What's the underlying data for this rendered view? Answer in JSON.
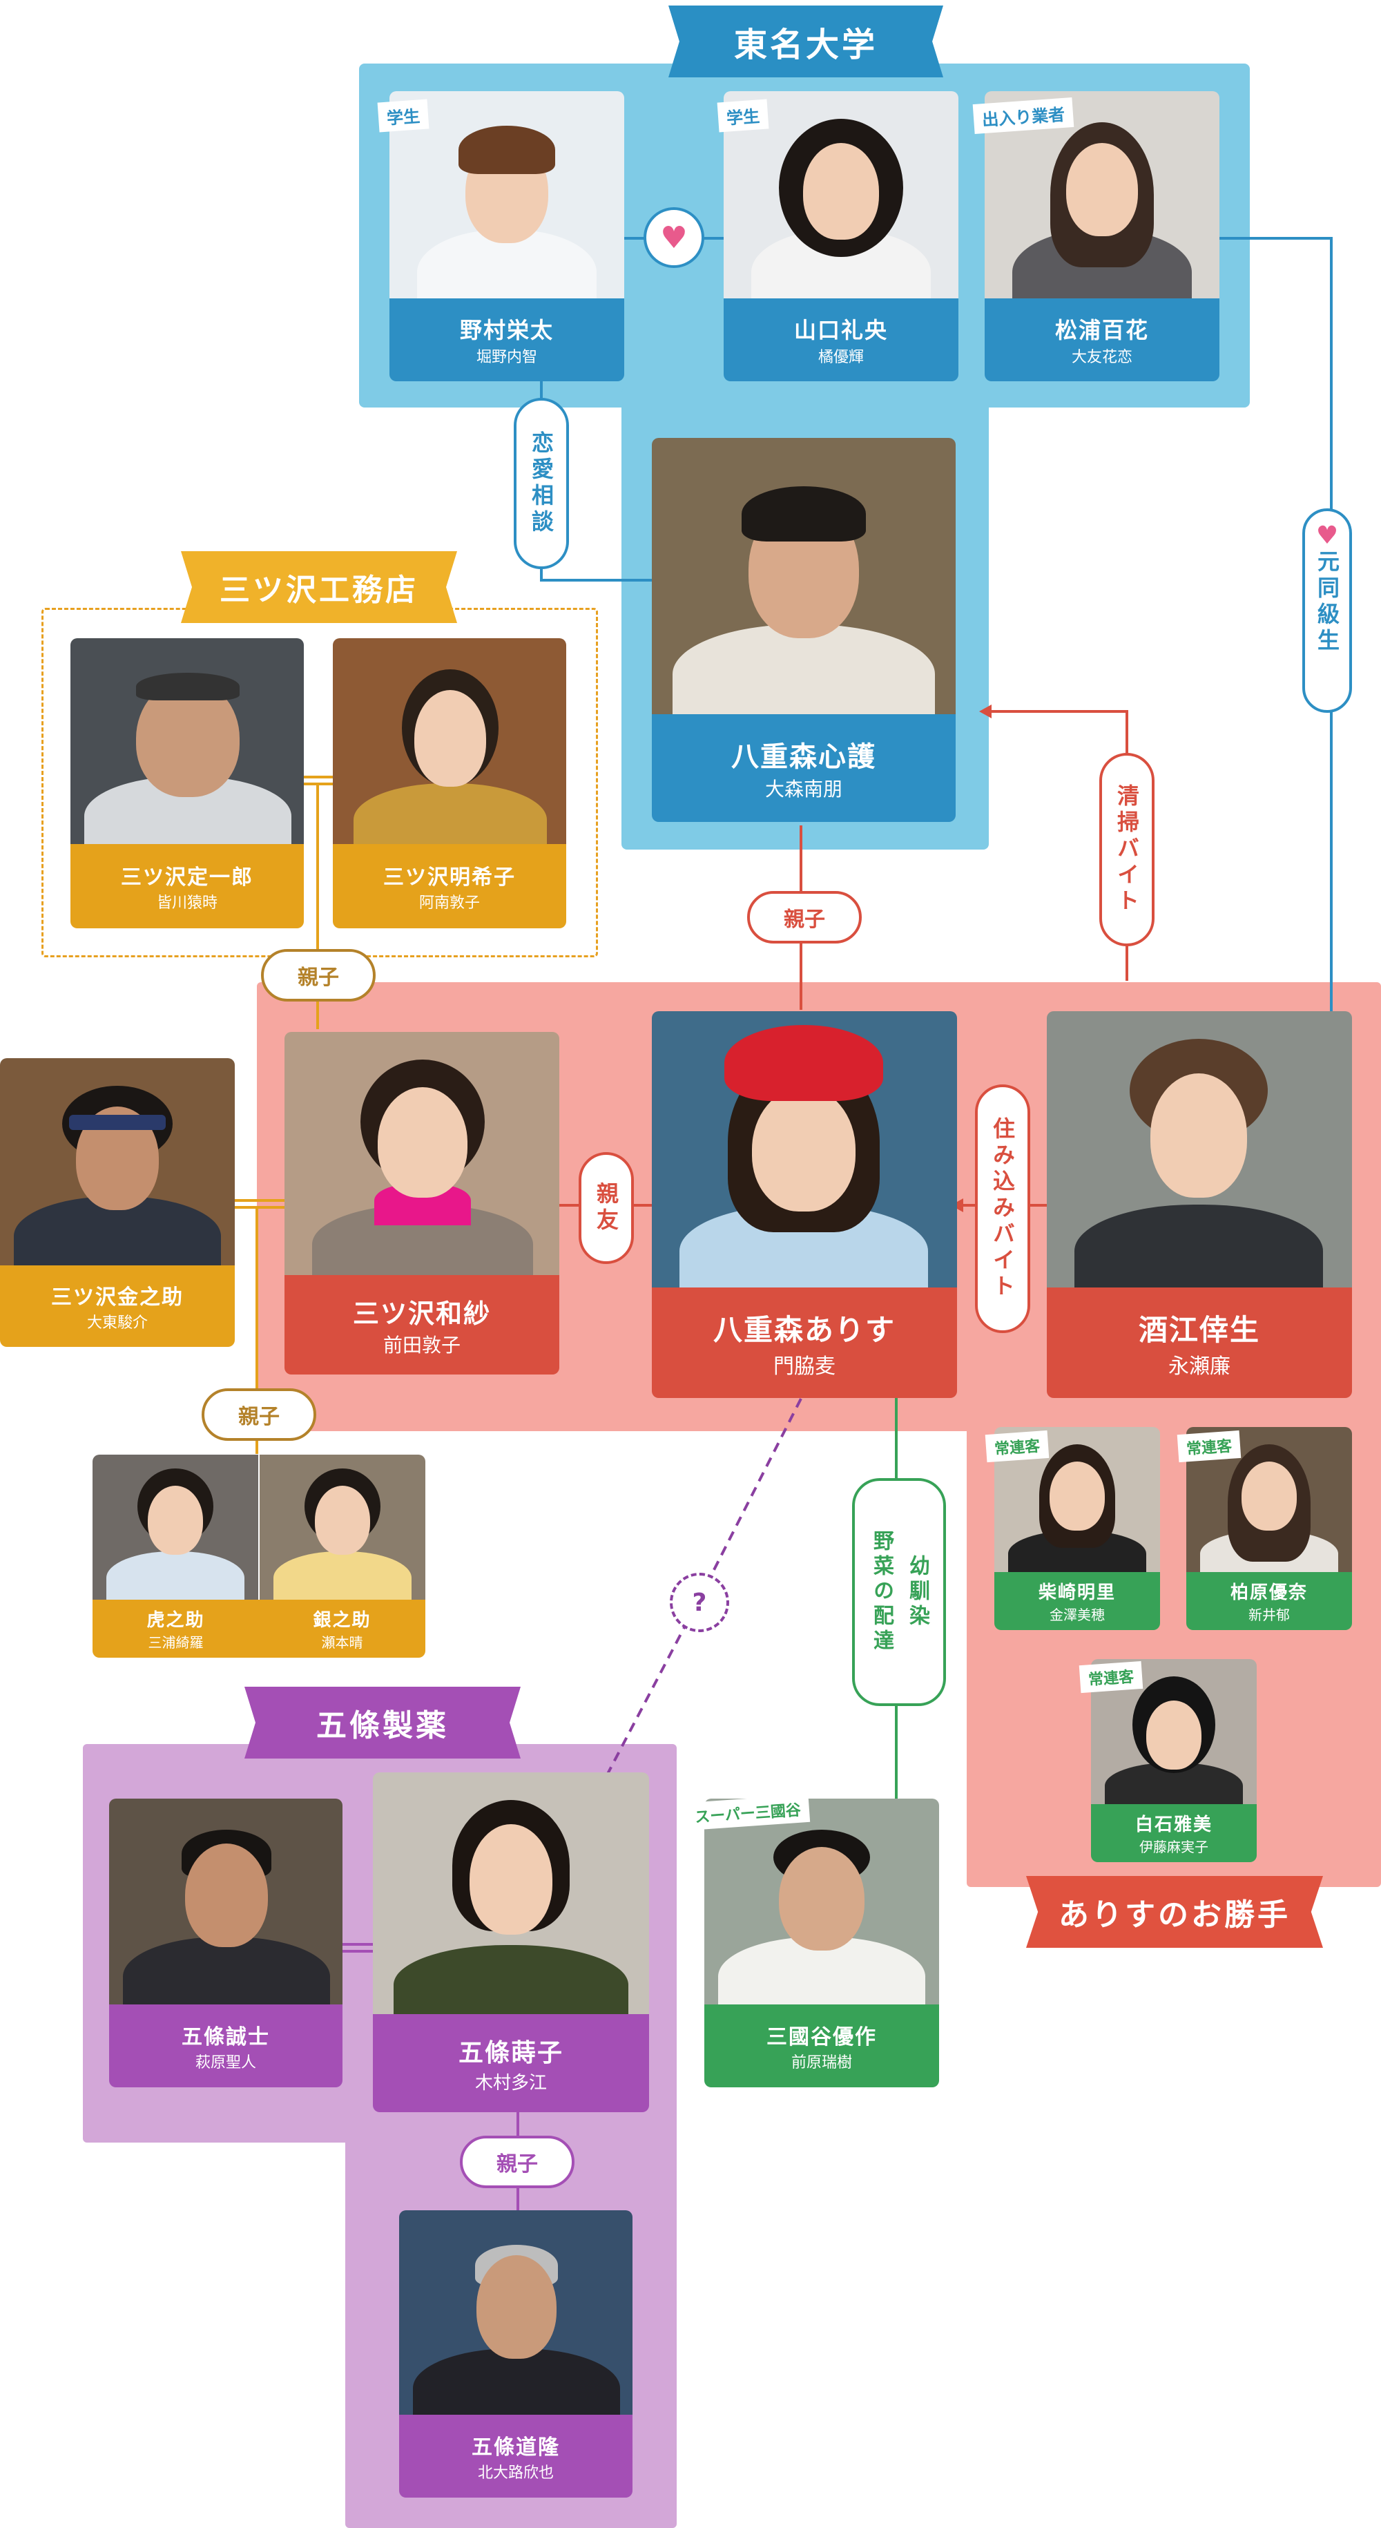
{
  "groups": {
    "tomei": "東名大学",
    "mitsuzawa": "三ツ沢工務店",
    "gojo": "五條製薬",
    "arisu": "ありすのお勝手"
  },
  "characters": {
    "nomura": {
      "name": "野村栄太",
      "actor": "堀野内智",
      "tag": "学生"
    },
    "yamaguchi": {
      "name": "山口礼央",
      "actor": "橘優輝",
      "tag": "学生"
    },
    "matsuura": {
      "name": "松浦百花",
      "actor": "大友花恋",
      "tag": "出入り業者"
    },
    "yaemori_shingo": {
      "name": "八重森心護",
      "actor": "大森南朋"
    },
    "mitsuzawa_teiichiro": {
      "name": "三ツ沢定一郎",
      "actor": "皆川猿時"
    },
    "mitsuzawa_akiko": {
      "name": "三ツ沢明希子",
      "actor": "阿南敦子"
    },
    "mitsuzawa_kinnosuke": {
      "name": "三ツ沢金之助",
      "actor": "大東駿介"
    },
    "mitsuzawa_kazusa": {
      "name": "三ツ沢和紗",
      "actor": "前田敦子"
    },
    "yaemori_arisu": {
      "name": "八重森ありす",
      "actor": "門脇麦"
    },
    "sakae_ryo": {
      "name": "酒江倖生",
      "actor": "永瀬廉"
    },
    "toranosuke": {
      "name": "虎之助",
      "actor": "三浦綺羅"
    },
    "ginnosuke": {
      "name": "銀之助",
      "actor": "瀬本晴"
    },
    "shibasaki": {
      "name": "柴崎明里",
      "actor": "金澤美穂",
      "tag": "常連客"
    },
    "kashiwabara": {
      "name": "柏原優奈",
      "actor": "新井郁",
      "tag": "常連客"
    },
    "shiraishi": {
      "name": "白石雅美",
      "actor": "伊藤麻実子",
      "tag": "常連客"
    },
    "gojo_seiji": {
      "name": "五條誠士",
      "actor": "萩原聖人"
    },
    "gojo_yoshiko": {
      "name": "五條蒔子",
      "actor": "木村多江"
    },
    "gojo_michitaka": {
      "name": "五條道隆",
      "actor": "北大路欣也"
    },
    "mikuniya": {
      "name": "三國谷優作",
      "actor": "前原瑞樹",
      "tag": "スーパー三國谷"
    }
  },
  "relations": {
    "renai_soudan": "恋愛相談",
    "moto_doukyuusei": "元同級生",
    "seisou_baito": "清掃バイト",
    "oyako": "親子",
    "shinyu": "親友",
    "sumikomi_baito": "住み込みバイト",
    "osananajimi": "幼馴染",
    "yasai_haitatsu": "野菜の配達",
    "question": "?",
    "heart": "♥"
  },
  "colors": {
    "blue": "#2d8fc4",
    "orange": "#e5a21b",
    "red": "#d94f3f",
    "green": "#37a257",
    "purple": "#a44fb5"
  }
}
